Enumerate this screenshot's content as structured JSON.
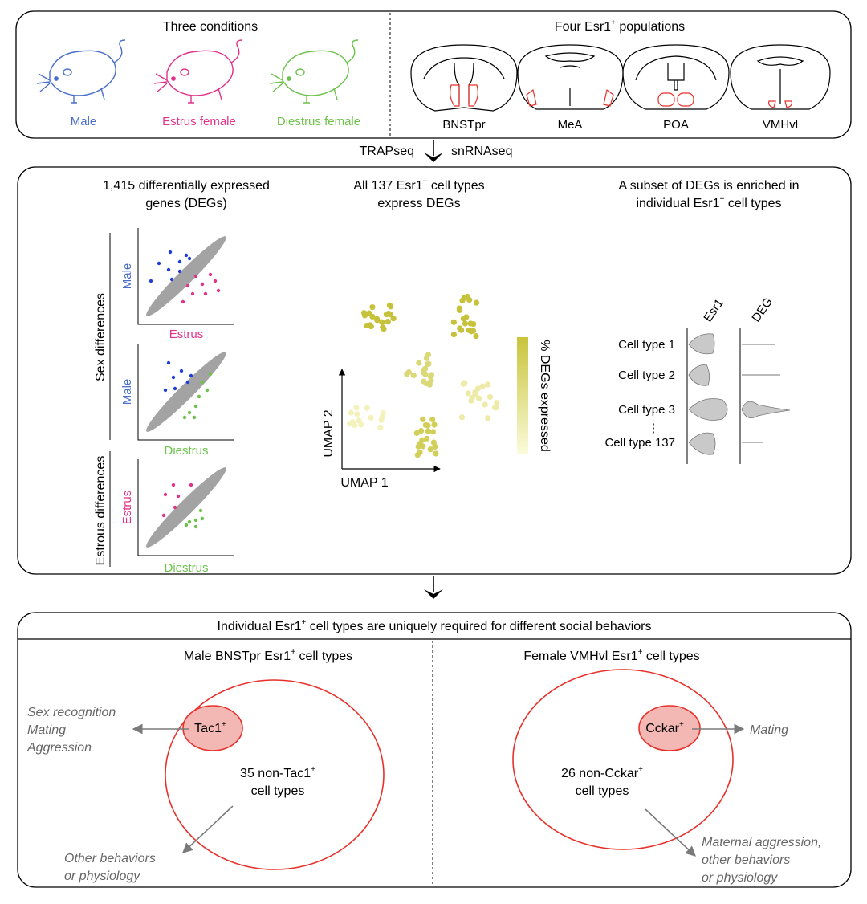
{
  "panel_top": {
    "conditions_title": "Three conditions",
    "conditions": [
      {
        "label": "Male",
        "color": "#4a6fc9"
      },
      {
        "label": "Estrus female",
        "color": "#e0338a"
      },
      {
        "label": "Diestrus female",
        "color": "#6cc24a"
      }
    ],
    "populations_title_pre": "Four Esr1",
    "populations_title_sup": "+",
    "populations_title_post": " populations",
    "regions": [
      "BNSTpr",
      "MeA",
      "POA",
      "VMHvl"
    ]
  },
  "arrow1": {
    "left": "TRAPseq",
    "right": "snRNAseq"
  },
  "panel_mid": {
    "deg_title_line1": "1,415 differentially expressed",
    "deg_title_line2": "genes (DEGs)",
    "sex_differences": "Sex differences",
    "estrous_differences": "Estrous differences",
    "scatter1": {
      "ylabel": "Male",
      "xlabel": "Estrus"
    },
    "scatter2": {
      "ylabel": "Male",
      "xlabel": "Diestrus"
    },
    "scatter3": {
      "ylabel": "Estrus",
      "xlabel": "Diestrus"
    },
    "umap_title_line1_pre": "All 137 Esr1",
    "umap_title_sup": "+",
    "umap_title_line1_post": " cell types",
    "umap_title_line2": "express DEGs",
    "umap_x": "UMAP 1",
    "umap_y": "UMAP 2",
    "colorbar_label": "% DEGs expressed",
    "violin_title_line1": "A subset of DEGs is enriched in",
    "violin_title_line2_pre": "individual Esr1",
    "violin_title_sup": "+",
    "violin_title_line2_post": " cell types",
    "violin_cols": [
      "Esr1",
      "DEG"
    ],
    "violin_rows": [
      "Cell type 1",
      "Cell type 2",
      "Cell type 3",
      "Cell type 137"
    ],
    "ellipsis": "⋮"
  },
  "panel_bottom": {
    "title_pre": "Individual Esr1",
    "title_sup": "+",
    "title_post": " cell types are uniquely required for different social behaviors",
    "left": {
      "heading_pre": "Male BNSTpr Esr1",
      "heading_sup": "+",
      "heading_post": " cell types",
      "small_label": "Tac1",
      "small_sup": "+",
      "behaviors": [
        "Sex recognition",
        "Mating",
        "Aggression"
      ],
      "body_line1_pre": "35 non-Tac1",
      "body_sup": "+",
      "body_line2": "cell types",
      "other": [
        "Other behaviors",
        "or physiology"
      ]
    },
    "right": {
      "heading_pre": "Female VMHvl Esr1",
      "heading_sup": "+",
      "heading_post": " cell types",
      "small_label": "Cckar",
      "small_sup": "+",
      "behaviors": [
        "Mating"
      ],
      "body_line1_pre": "26 non-Cckar",
      "body_sup": "+",
      "body_line2": "cell types",
      "other": [
        "Maternal aggression,",
        "other behaviors",
        "or physiology"
      ]
    }
  },
  "colors": {
    "red": "#e8302a",
    "pink_fill": "#f4b8b4",
    "gray": "#9a9a9a",
    "olive": "#c5c23a",
    "pale": "#f0f0a8"
  }
}
